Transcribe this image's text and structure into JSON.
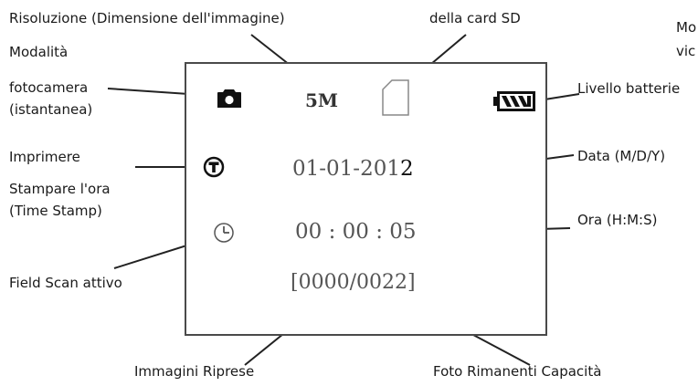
{
  "labels": {
    "resolution": "Risoluzione (Dimensione dell'immagine)",
    "sdcard": "della card SD",
    "topright_1": "Mo",
    "topright_2": "vic",
    "mode_1": "Modalità",
    "mode_2": "fotocamera",
    "mode_3": "(istantanea)",
    "battery": "Livello batterie",
    "imprint_1": "Imprimere",
    "imprint_2": "Stampare l'ora",
    "imprint_3": "(Time Stamp)",
    "date": "Data (M/D/Y)",
    "time": "Ora (H:M:S)",
    "fieldscan": "Field Scan attivo",
    "captured": "Immagini Riprese",
    "remaining": "Foto Rimanenti Capacità"
  },
  "screen": {
    "resolution_value": "5M",
    "date_value": "01-01-201",
    "date_last_digit": "2",
    "time_value": "00 : 00 : 05",
    "counter_value": "[0000/0022]"
  },
  "icons": {
    "camera": "camera-icon",
    "sdcard": "sd-card-icon",
    "battery": "battery-icon",
    "timestamp": "timestamp-icon",
    "clock": "clock-icon"
  }
}
